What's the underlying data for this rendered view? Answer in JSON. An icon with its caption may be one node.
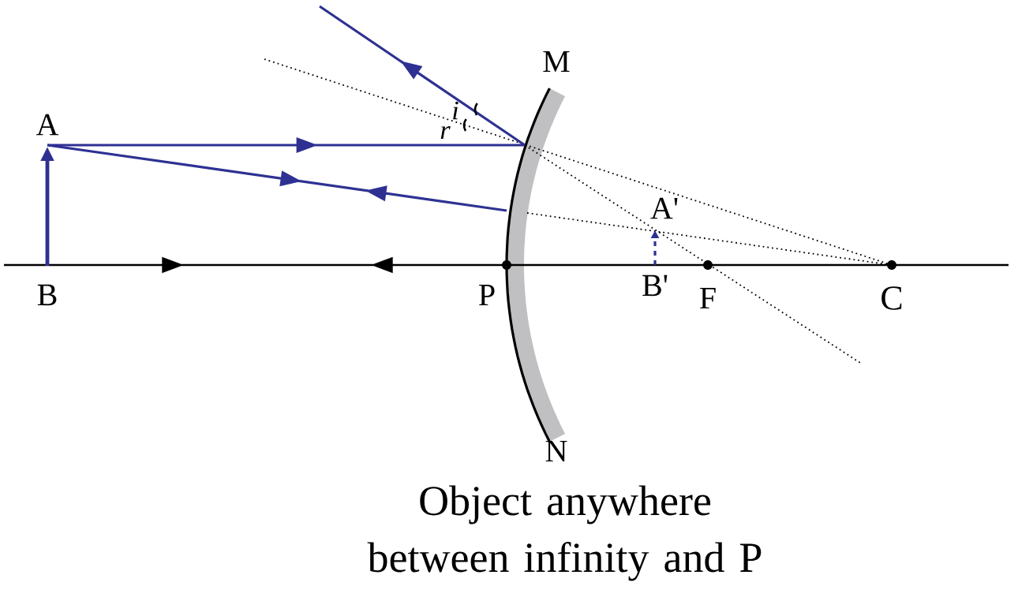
{
  "diagram": {
    "caption": "Object anywhere between infinity and P",
    "labels": [
      "M",
      "A",
      "i",
      "r",
      "A'",
      "B",
      "P",
      "B'",
      "F",
      "C",
      "N"
    ]
  }
}
